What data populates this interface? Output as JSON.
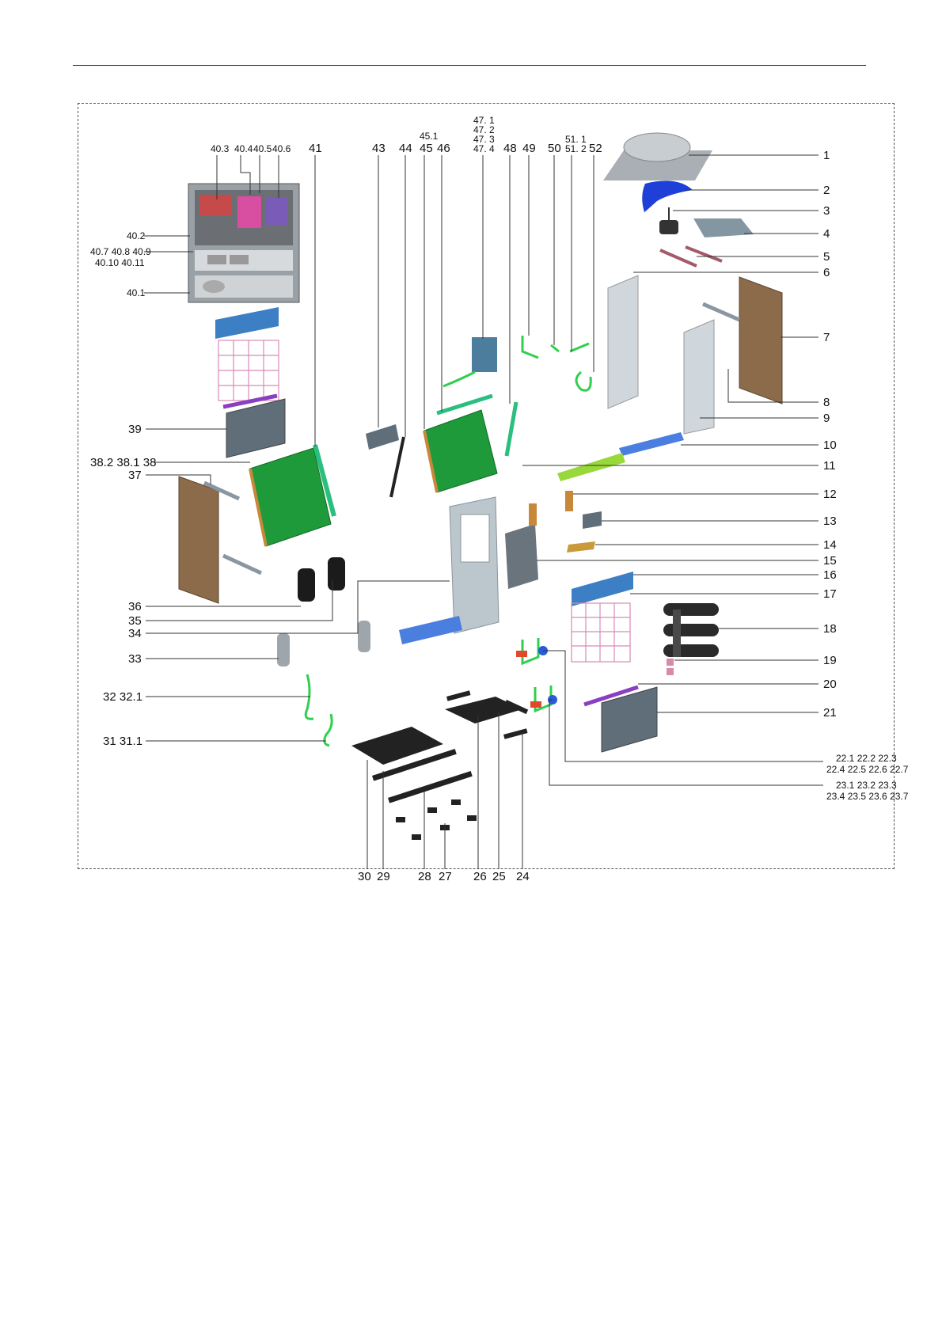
{
  "labels": {
    "l1": "1",
    "l2": "2",
    "l3": "3",
    "l4": "4",
    "l5": "5",
    "l6": "6",
    "l7": "7",
    "l8": "8",
    "l9": "9",
    "l10": "10",
    "l11": "11",
    "l12": "12",
    "l13": "13",
    "l14": "14",
    "l15": "15",
    "l16": "16",
    "l17": "17",
    "l18": "18",
    "l19": "19",
    "l20": "20",
    "l21": "21",
    "l22a": "22.1  22.2  22.3",
    "l22b": "22.4  22.5  22.6  22.7",
    "l23a": "23.1  23.2  23.3",
    "l23b": "23.4  23.5  23.6  23.7",
    "l24": "24",
    "l25": "25",
    "l26": "26",
    "l27": "27",
    "l28": "28",
    "l29": "29",
    "l30": "30",
    "l31": "31   31.1",
    "l32": "32   32.1",
    "l33": "33",
    "l34": "34",
    "l35": "35",
    "l36": "36",
    "l37": "37",
    "l38": "38.2  38.1 38",
    "l39": "39",
    "l40_3": "40.3",
    "l40_4": "40.4",
    "l40_5": "40.5",
    "l40_6": "40.6",
    "l40_2": "40.2",
    "l40_7": "40.7  40.8  40.9",
    "l40_10": "40.10  40.11",
    "l40_1": "40.1",
    "l41": "41",
    "l43": "43",
    "l44": "44",
    "l45_1": "45.1",
    "l45": "45",
    "l46": "46",
    "l47_1": "47. 1",
    "l47_2": "47. 2",
    "l47_3": "47. 3",
    "l47_4": "47. 4",
    "l48": "48",
    "l49": "49",
    "l50": "50",
    "l51_1": "51. 1",
    "l51_2": "51. 2",
    "l52": "52"
  },
  "colors": {
    "coil_green": "#1f9a3a",
    "copper": "#c8883a",
    "panel_grey": "#c9d2d8",
    "dark_panel": "#7f8e99",
    "brown_panel": "#8b6b4a",
    "fan_blue": "#1e3fd8",
    "filter_blue": "#3d7fc4",
    "pipe_green": "#2fcf4f",
    "grid_pink": "#d88ab6",
    "purple_strip": "#8a3fc0",
    "black_part": "#222222"
  }
}
